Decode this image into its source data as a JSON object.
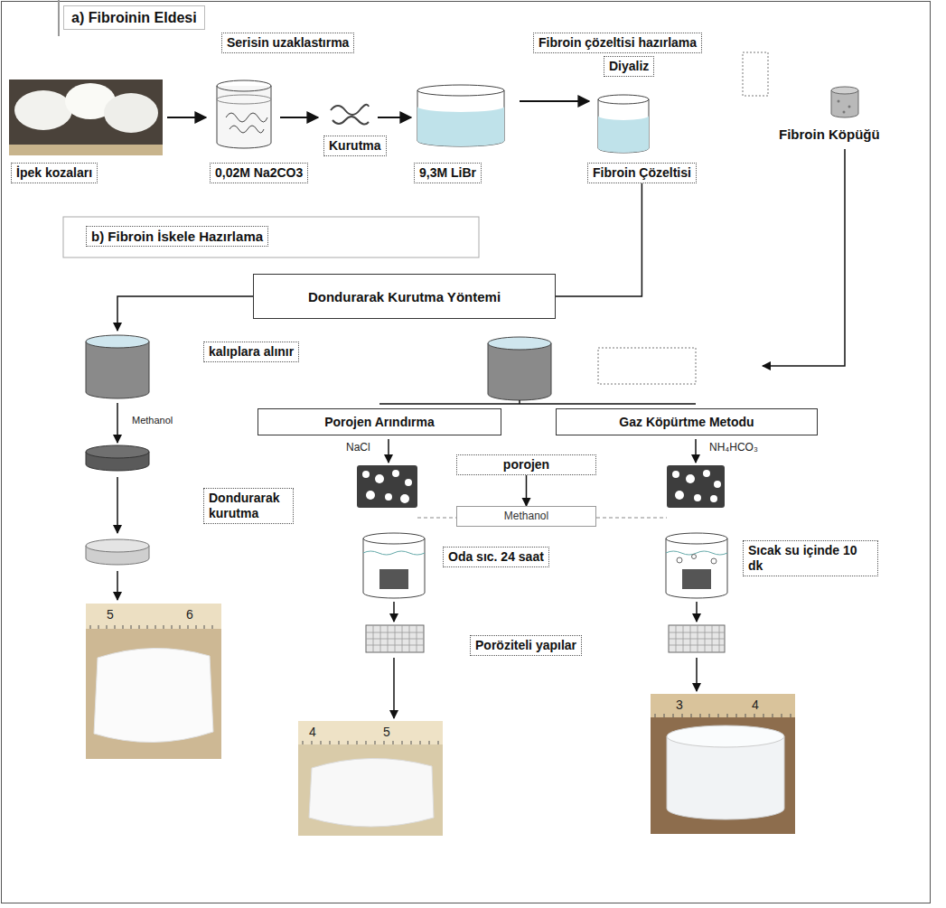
{
  "diagram": {
    "nodes": [
      {
        "text": [
          "a) Fibroinin Eldesi"
        ]
      },
      {
        "text": [
          "Serisin uzaklastırma"
        ]
      },
      {
        "text": [
          "Fibroin çözeltisi hazırlama"
        ]
      },
      {
        "text": [
          "Diyaliz"
        ]
      },
      {
        "text": [
          "Kurutma"
        ]
      },
      {
        "text": [
          "İpek kozaları"
        ]
      },
      {
        "text": [
          "0,02M Na2CO3"
        ]
      },
      {
        "text": [
          "9,3M LiBr"
        ]
      },
      {
        "text": [
          "Fibroin Çözeltisi"
        ]
      },
      {
        "text": [
          "b) Fibroin İskele Hazırlama"
        ]
      },
      {
        "text": [
          "Dondurarak Kurutma Yöntemi"
        ]
      },
      {
        "text": [
          "kalıplara alınır"
        ]
      },
      {
        "text": [
          "Porojen Arındırma"
        ]
      },
      {
        "text": [
          "Gaz Köpürtme Metodu"
        ]
      },
      {
        "text": [
          "porojen"
        ]
      },
      {
        "text": [
          "Methanol"
        ]
      },
      {
        "text": [
          "Dondurarak kurutma"
        ]
      },
      {
        "text": [
          "Oda sıc. 24 saat"
        ]
      },
      {
        "text": [
          "Sıcak su içinde 10 dk"
        ]
      },
      {
        "text": [
          "Poröziteli yapılar"
        ]
      }
    ],
    "edges": [
      {
        "from": 8,
        "to": 10,
        "arrow": "none"
      },
      {
        "from": 14,
        "to": 15,
        "arrow": "to"
      }
    ],
    "labels": [
      "Fibroin Köpüğü",
      "Methanol",
      "NaCl",
      "NH₄HCO₃",
      "5",
      "6",
      "4",
      "5",
      "3",
      "4"
    ]
  }
}
